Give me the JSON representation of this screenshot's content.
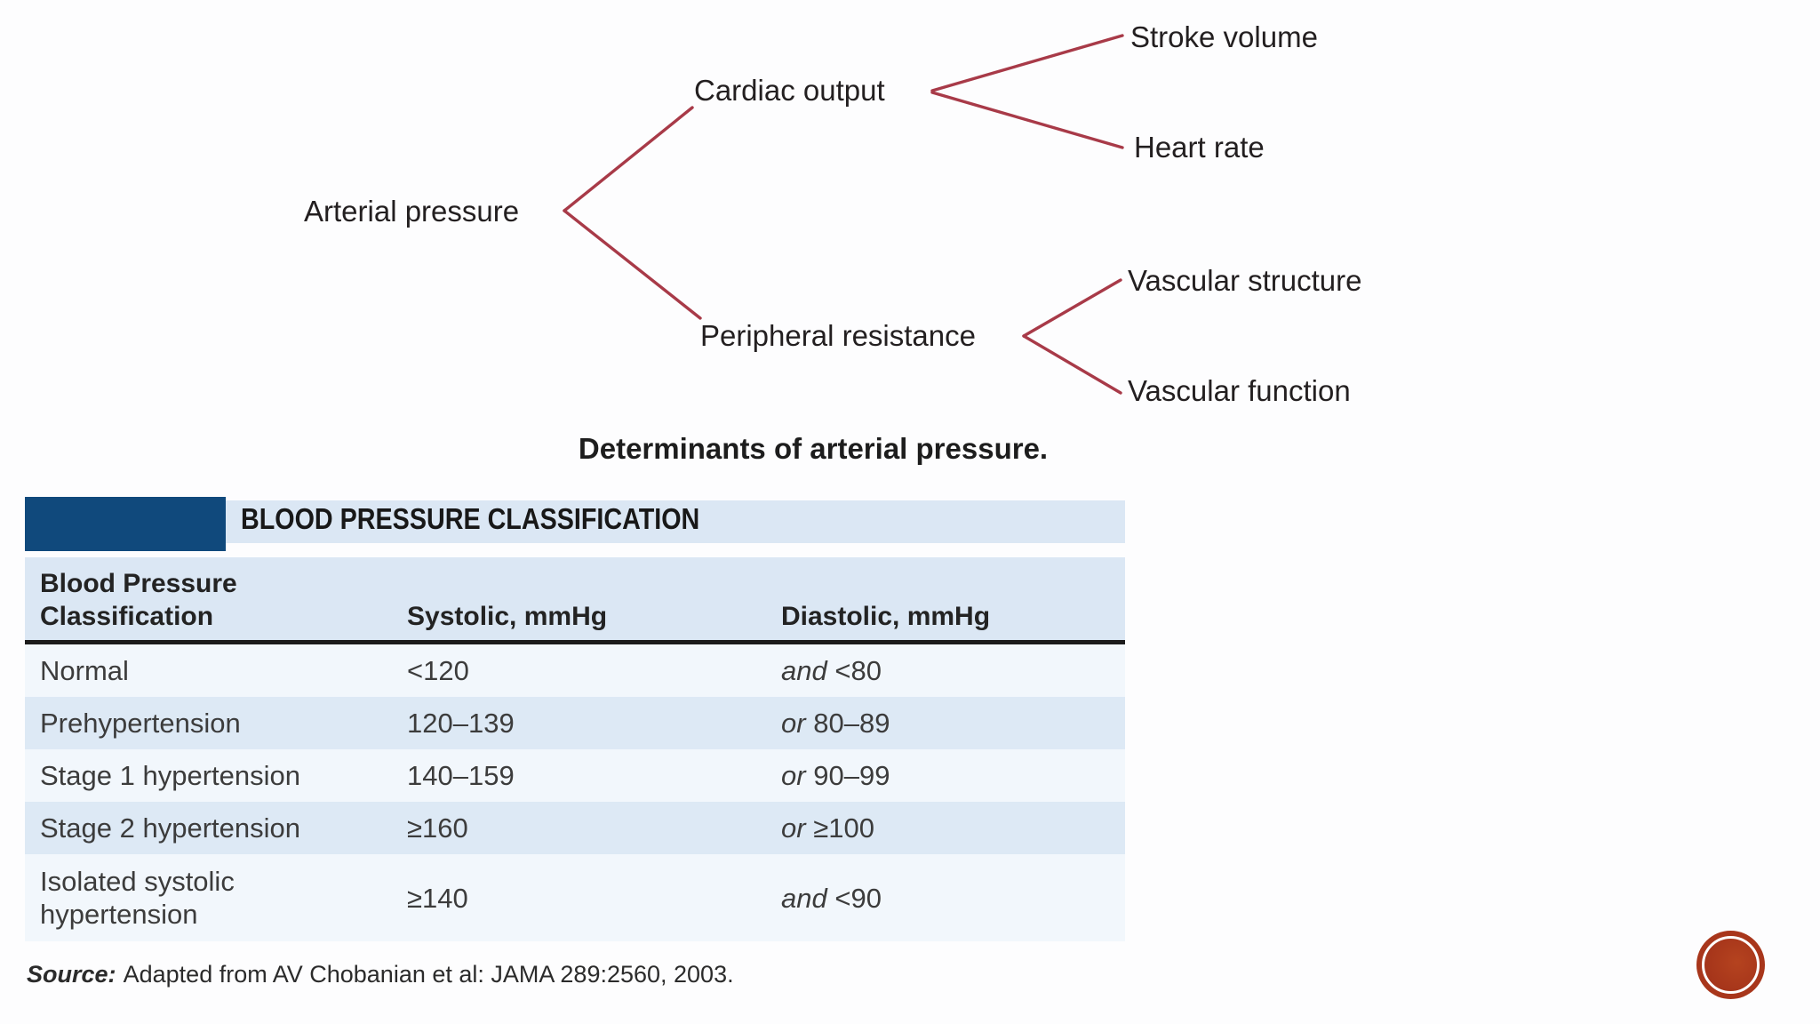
{
  "diagram": {
    "root": "Arterial pressure",
    "branch1": "Cardiac output",
    "branch1_child1": "Stroke volume",
    "branch1_child2": "Heart rate",
    "branch2": "Peripheral resistance",
    "branch2_child1": "Vascular structure",
    "branch2_child2": "Vascular function",
    "caption": "Determinants of arterial pressure."
  },
  "table": {
    "title": "BLOOD PRESSURE CLASSIFICATION",
    "header": {
      "col1_line1": "Blood Pressure",
      "col1_line2": "Classification",
      "col2": "Systolic, mmHg",
      "col3": "Diastolic, mmHg"
    },
    "rows": [
      {
        "classification": "Normal",
        "systolic": "<120",
        "conjunction": "and",
        "diastolic": "<80"
      },
      {
        "classification": "Prehypertension",
        "systolic": "120–139",
        "conjunction": "or",
        "diastolic": "80–89"
      },
      {
        "classification": "Stage 1 hypertension",
        "systolic": "140–159",
        "conjunction": "or",
        "diastolic": "90–99"
      },
      {
        "classification": "Stage 2 hypertension",
        "systolic": "≥160",
        "conjunction": "or",
        "diastolic": "≥100"
      },
      {
        "classification": "Isolated systolic hypertension",
        "systolic": "≥140",
        "conjunction": "and",
        "diastolic": "<90"
      }
    ],
    "source_label": "Source:",
    "source_text": "Adapted from AV Chobanian et al: JAMA 289:2560, 2003."
  },
  "colors": {
    "tree_line": "#a83a48",
    "accent_box": "#10497c",
    "band_bg": "#dbe7f4",
    "row_light": "#f2f7fc",
    "row_shaded": "#dde9f5",
    "rule_dark": "#1b1b1b",
    "badge": "#a8361b",
    "text_dark": "#231f20"
  }
}
